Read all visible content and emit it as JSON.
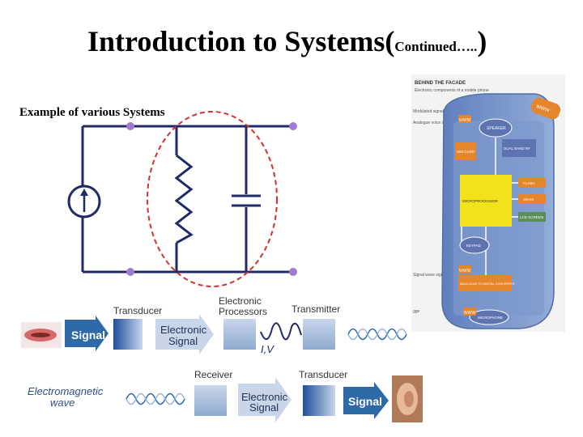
{
  "title": {
    "main": "Introduction to Systems(",
    "small": "Continued…..",
    "close": ")"
  },
  "subtitle": "Example of various Systems",
  "signal_chain_1": {
    "transducer": "Transducer",
    "processors_line1": "Electronic",
    "processors_line2": "Processors",
    "transmitter": "Transmitter",
    "signal": "Signal",
    "electronic_signal_line1": "Electronic",
    "electronic_signal_line2": "Signal",
    "iv": "I,V"
  },
  "signal_chain_2": {
    "em_line1": "Electromagnetic",
    "em_line2": "wave",
    "receiver": "Receiver",
    "transducer": "Transducer",
    "electronic_signal_line1": "Electronic",
    "electronic_signal_line2": "Signal",
    "signal": "Signal"
  },
  "phone": {
    "header": "BEHIND THE FACADE",
    "subheader": "Electronic components of a mobile phone",
    "left_labels": [
      "Modulated signal",
      "Analogue voice signal",
      "Signal wave signal",
      "gge"
    ],
    "blocks": [
      "SPEAKER",
      "SIM CARD",
      "DUAL BAND RF",
      "FLASH",
      "MICROPROCESSOR",
      "SRAM",
      "LCD SCREEN",
      "KEYPAD",
      "ANALOGUE TO DIGITAL CONVERTER",
      "MICROPHONE"
    ],
    "badges": [
      "WWW",
      "WWW",
      "WWW",
      "WWW"
    ]
  },
  "colors": {
    "wire": "#1f2a66",
    "node": "#a07cd0",
    "ellipse": "#d33030",
    "arrow": "#2e6aa8",
    "box": "#8aa6cf"
  }
}
